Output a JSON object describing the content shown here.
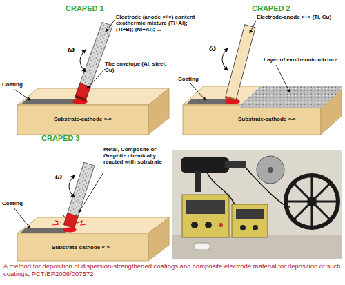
{
  "diagram": {
    "caption": "A method for deposition of dispersion-strengthened coatings and composite electrode material for deposition of such coatings, PCT/EP2006/007572",
    "labels": [
      "CRAPED 1",
      "CRAPED 2",
      "Electrode (anode «+») content exothermic mixture (Ti+Al); (Ti+B); (Ni+Al); ...",
      "Electrode-anode «+» (Ti, Cu)",
      "ω",
      "The envelope (Al, steel, Cu)",
      "ω",
      "Layer of exothermic mixture",
      "Coating",
      "Coating",
      "Substrate-cathode «-»",
      "Substrate-cathode «-»",
      "CRAPED 3",
      "Metal, Composite or Graphite chemically reacted with substrate",
      "ω",
      "Coating",
      "Substrate-cathode «-»"
    ]
  }
}
